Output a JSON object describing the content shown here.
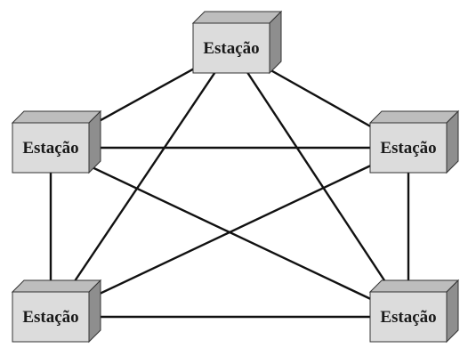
{
  "diagram": {
    "topology": "full-mesh",
    "colors": {
      "line": "#111111",
      "box_front": "#dcdcdc",
      "box_top": "#bdbdbd",
      "box_side": "#8e8e8e",
      "text": "#1a1a1a"
    },
    "nodes": [
      {
        "id": "top",
        "label": "Estação"
      },
      {
        "id": "left",
        "label": "Estação"
      },
      {
        "id": "right",
        "label": "Estação"
      },
      {
        "id": "bottom-left",
        "label": "Estação"
      },
      {
        "id": "bottom-right",
        "label": "Estação"
      }
    ],
    "edges": [
      [
        "top",
        "left"
      ],
      [
        "top",
        "right"
      ],
      [
        "top",
        "bottom-left"
      ],
      [
        "top",
        "bottom-right"
      ],
      [
        "left",
        "right"
      ],
      [
        "left",
        "bottom-left"
      ],
      [
        "left",
        "bottom-right"
      ],
      [
        "right",
        "bottom-left"
      ],
      [
        "right",
        "bottom-right"
      ],
      [
        "bottom-left",
        "bottom-right"
      ]
    ]
  }
}
